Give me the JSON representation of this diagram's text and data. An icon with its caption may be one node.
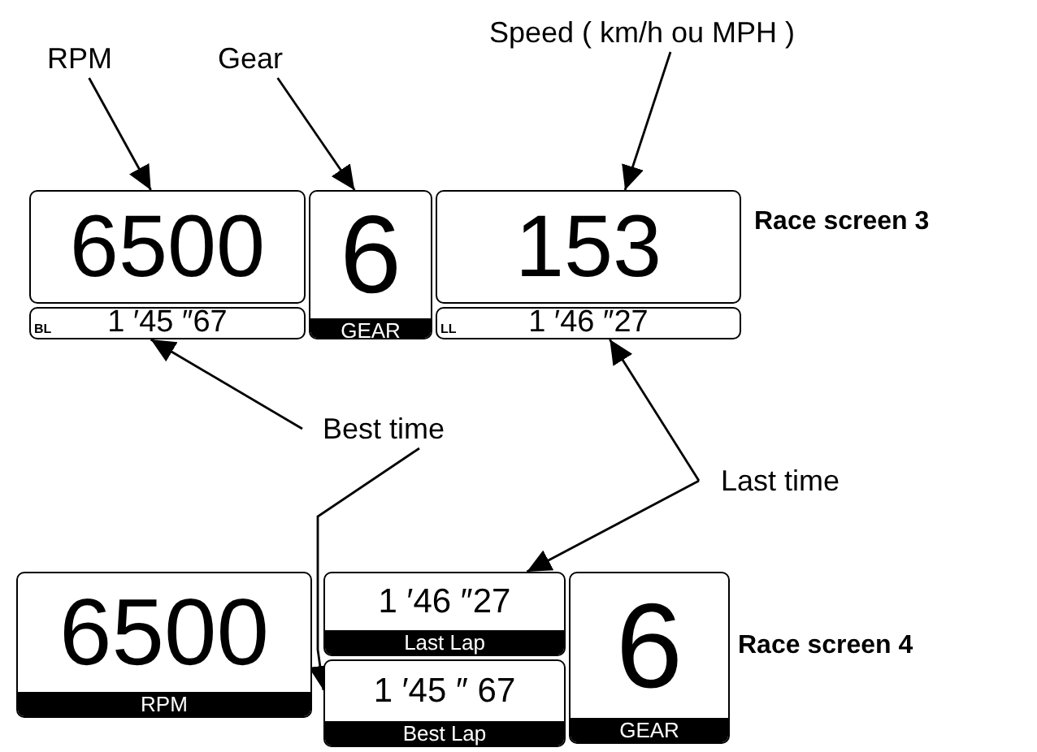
{
  "diagram": {
    "nodes": [
      {
        "text": [
          "RPM"
        ]
      },
      {
        "text": [
          "Gear"
        ]
      },
      {
        "text": [
          "Speed ( km/h ou MPH )"
        ]
      },
      {
        "text": [
          "6500"
        ]
      },
      {
        "text": [
          "6",
          "GEAR"
        ]
      },
      {
        "text": [
          "153"
        ]
      },
      {
        "text": [
          "BL",
          "1 ′45 ″67"
        ]
      },
      {
        "text": [
          "LL",
          "1 ′46 ″27"
        ]
      },
      {
        "text": [
          "Best time"
        ]
      },
      {
        "text": [
          "Last time"
        ]
      },
      {
        "text": [
          "6500",
          "RPM"
        ]
      },
      {
        "text": [
          "1 ′46 ″27",
          "Last Lap"
        ]
      },
      {
        "text": [
          "1 ′45 ″ 67",
          "Best Lap"
        ]
      },
      {
        "text": [
          "6",
          "GEAR"
        ]
      }
    ],
    "edges": [
      {
        "from": 0,
        "to": 3,
        "arrow": "to"
      },
      {
        "from": 1,
        "to": 4,
        "arrow": "to"
      },
      {
        "from": 2,
        "to": 5,
        "arrow": "to"
      },
      {
        "from": 8,
        "to": 6,
        "arrow": "to"
      },
      {
        "from": 8,
        "to": 12,
        "arrow": "to"
      },
      {
        "from": 9,
        "to": 7,
        "arrow": "to"
      },
      {
        "from": 9,
        "to": 11,
        "arrow": "to"
      }
    ],
    "labels": [
      "Race screen 3",
      "Race screen 4"
    ]
  }
}
